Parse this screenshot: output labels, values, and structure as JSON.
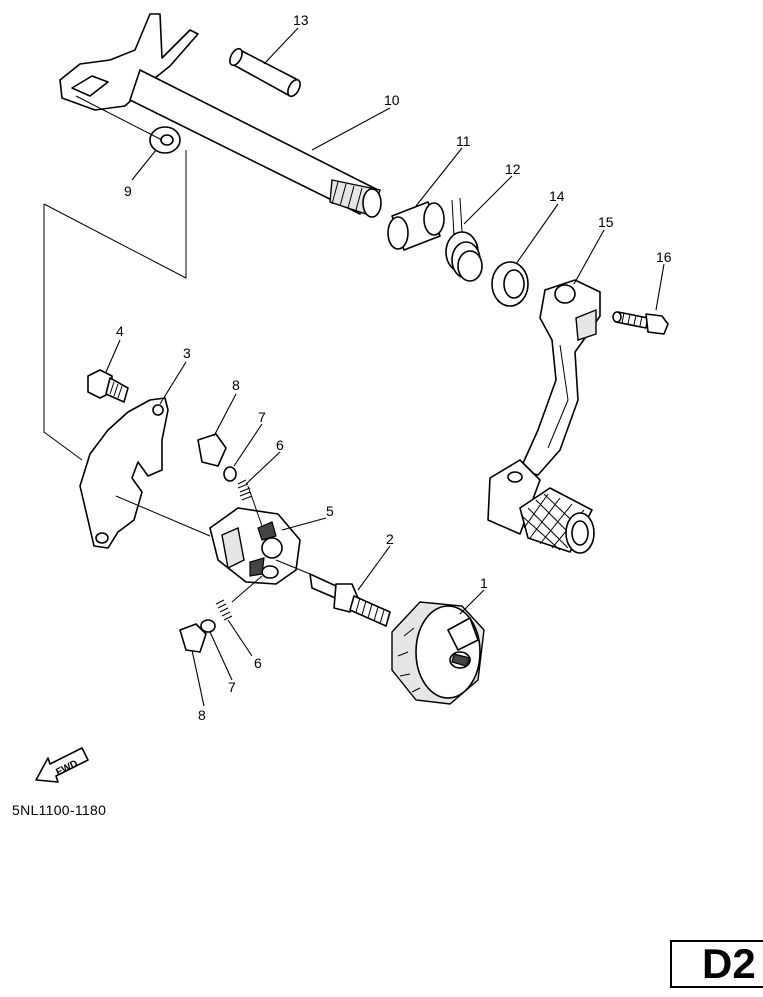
{
  "callouts": {
    "c1": "1",
    "c2": "2",
    "c3": "3",
    "c4": "4",
    "c5": "5",
    "c6a": "6",
    "c6b": "6",
    "c7a": "7",
    "c7b": "7",
    "c8a": "8",
    "c8b": "8",
    "c9": "9",
    "c10": "10",
    "c11": "11",
    "c12": "12",
    "c13": "13",
    "c14": "14",
    "c15": "15",
    "c16": "16"
  },
  "fwd_label": "FWD",
  "doc_code": "5NL1100-1180",
  "page_tag": "D2"
}
